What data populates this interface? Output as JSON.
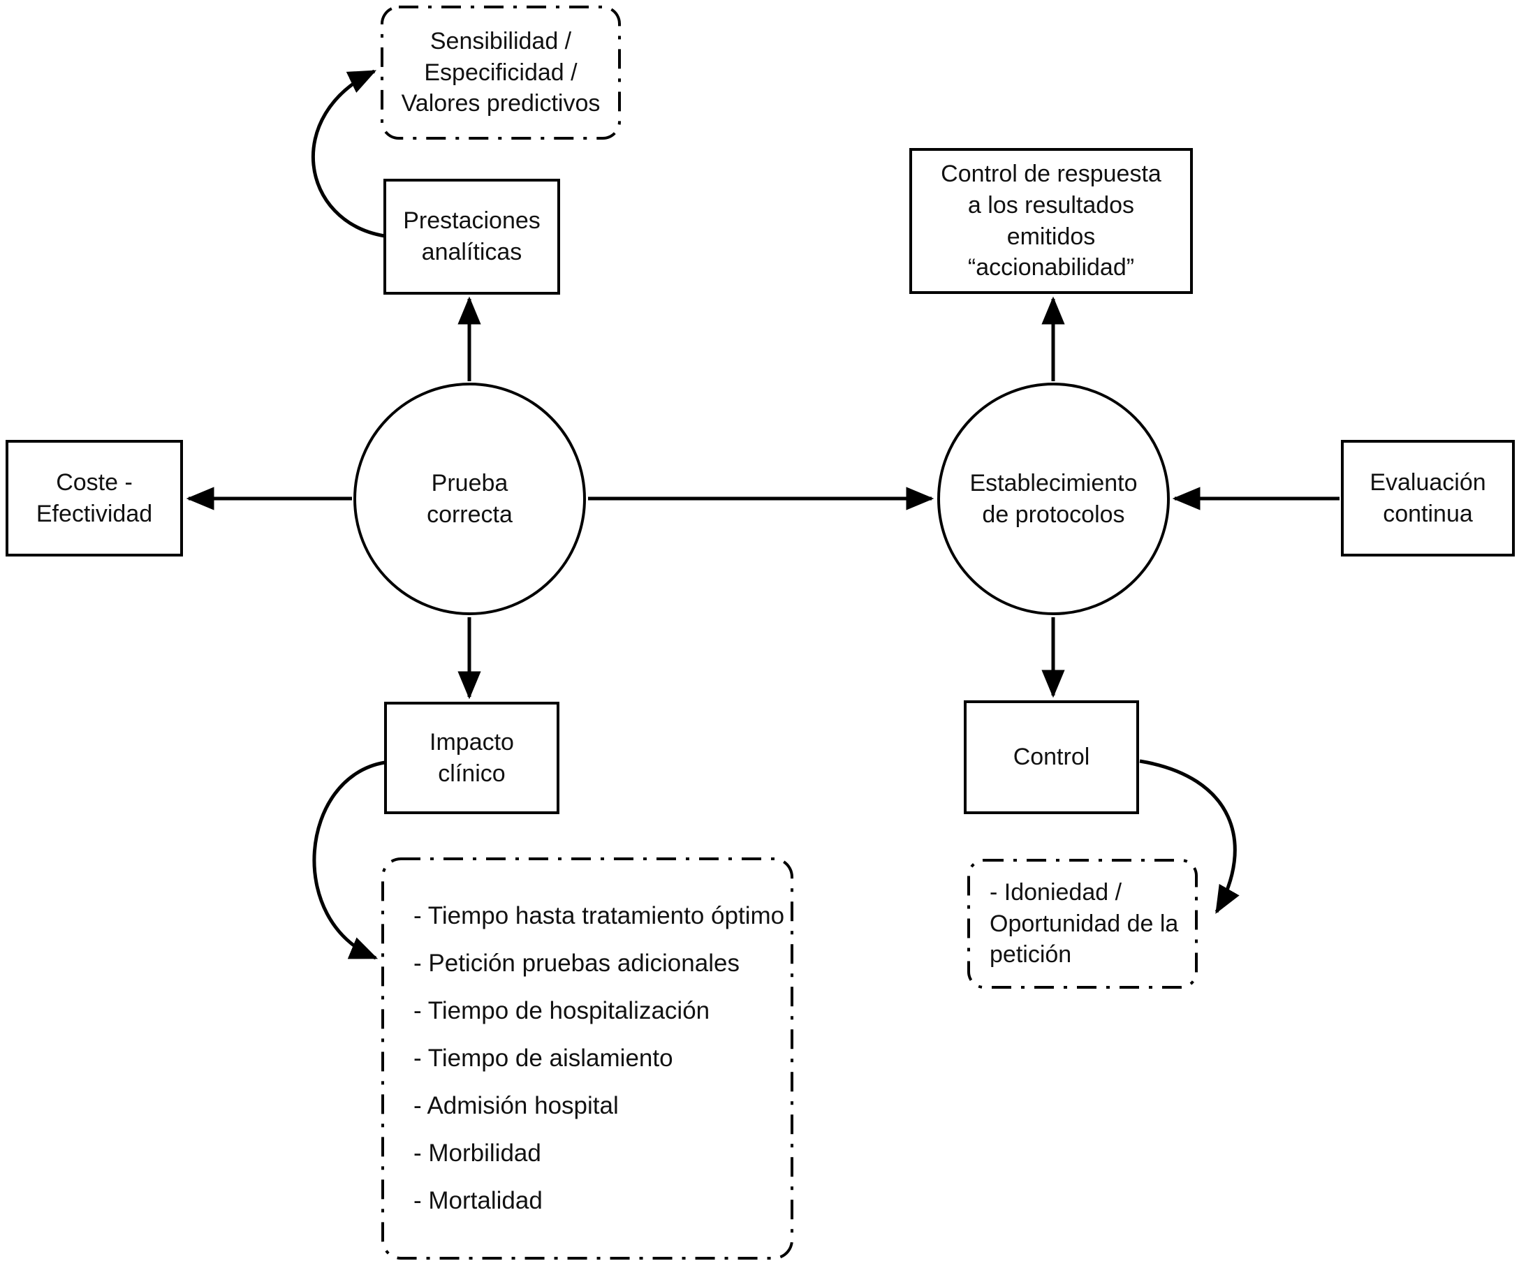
{
  "nodes": {
    "sensibilidad": {
      "label": "Sensibilidad /\nEspecificidad /\nValores predictivos"
    },
    "prestaciones": {
      "label": "Prestaciones\nanalíticas"
    },
    "coste": {
      "label": "Coste -\nEfectividad"
    },
    "prueba": {
      "label": "Prueba\ncorrecta"
    },
    "control_respuesta": {
      "label": "Control de respuesta\na los resultados\nemitidos\n“accionabilidad”"
    },
    "establecimiento": {
      "label": "Establecimiento\nde protocolos"
    },
    "evaluacion": {
      "label": "Evaluación\ncontinua"
    },
    "impacto": {
      "label": "Impacto\nclínico"
    },
    "control": {
      "label": "Control"
    },
    "idoneidad": {
      "label": "- Idoniedad /\nOportunidad de la\npetición"
    }
  },
  "impact_list": {
    "items": [
      "- Tiempo hasta tratamiento óptimo",
      "- Petición pruebas adicionales",
      "- Tiempo de hospitalización",
      "- Tiempo de aislamiento",
      "- Admisión hospital",
      "- Morbilidad",
      "- Mortalidad"
    ]
  },
  "colors": {
    "stroke": "#000000",
    "background": "#ffffff",
    "text": "#111111"
  }
}
